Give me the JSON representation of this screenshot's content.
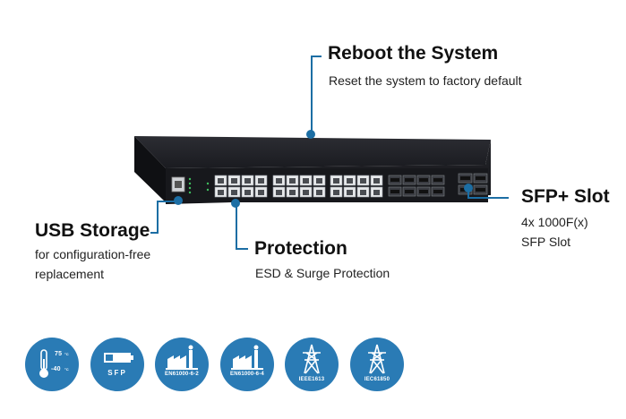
{
  "features": {
    "reboot": {
      "title": "Reboot the System",
      "desc": "Reset the system to factory default"
    },
    "usb": {
      "title": "USB Storage",
      "desc_line1": "for configuration-free",
      "desc_line2": "replacement"
    },
    "protection": {
      "title": "Protection",
      "desc": "ESD & Surge Protection"
    },
    "sfp_slot": {
      "title": "SFP+ Slot",
      "desc_line1": "4x 1000F(x)",
      "desc_line2": "SFP Slot"
    }
  },
  "badges": {
    "temperature": {
      "high": "75",
      "low": "-40",
      "unit": "°C"
    },
    "sfp": {
      "label": "SFP"
    },
    "en61000_6_2": {
      "label": "EN61000-6-2"
    },
    "en61000_6_4": {
      "label": "EN61000-6-4"
    },
    "ieee1613": {
      "label": "IEEE1613"
    },
    "iec61850": {
      "label": "IEC61850"
    }
  },
  "colors": {
    "accent": "#1c6ea4",
    "badge": "#2a7bb5",
    "chassis": "#1e1f24"
  }
}
